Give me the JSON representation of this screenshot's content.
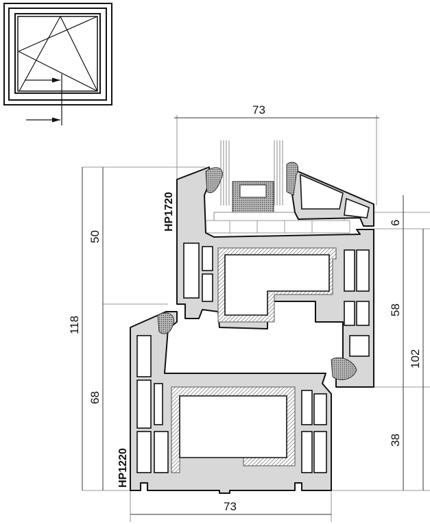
{
  "drawing": {
    "sash_profile_label": "HP1720",
    "frame_profile_label": "HP1220",
    "icon": "tilt-turn-window-icon"
  },
  "dimensions": {
    "top_width": "73",
    "bottom_width": "73",
    "left_total": "118",
    "left_upper": "50",
    "left_lower": "68",
    "right_overlap": "6",
    "right_middle": "58",
    "right_lower": "38",
    "right_total": "102"
  },
  "colors": {
    "profile": "#d8d8d8",
    "outline": "#111111"
  }
}
